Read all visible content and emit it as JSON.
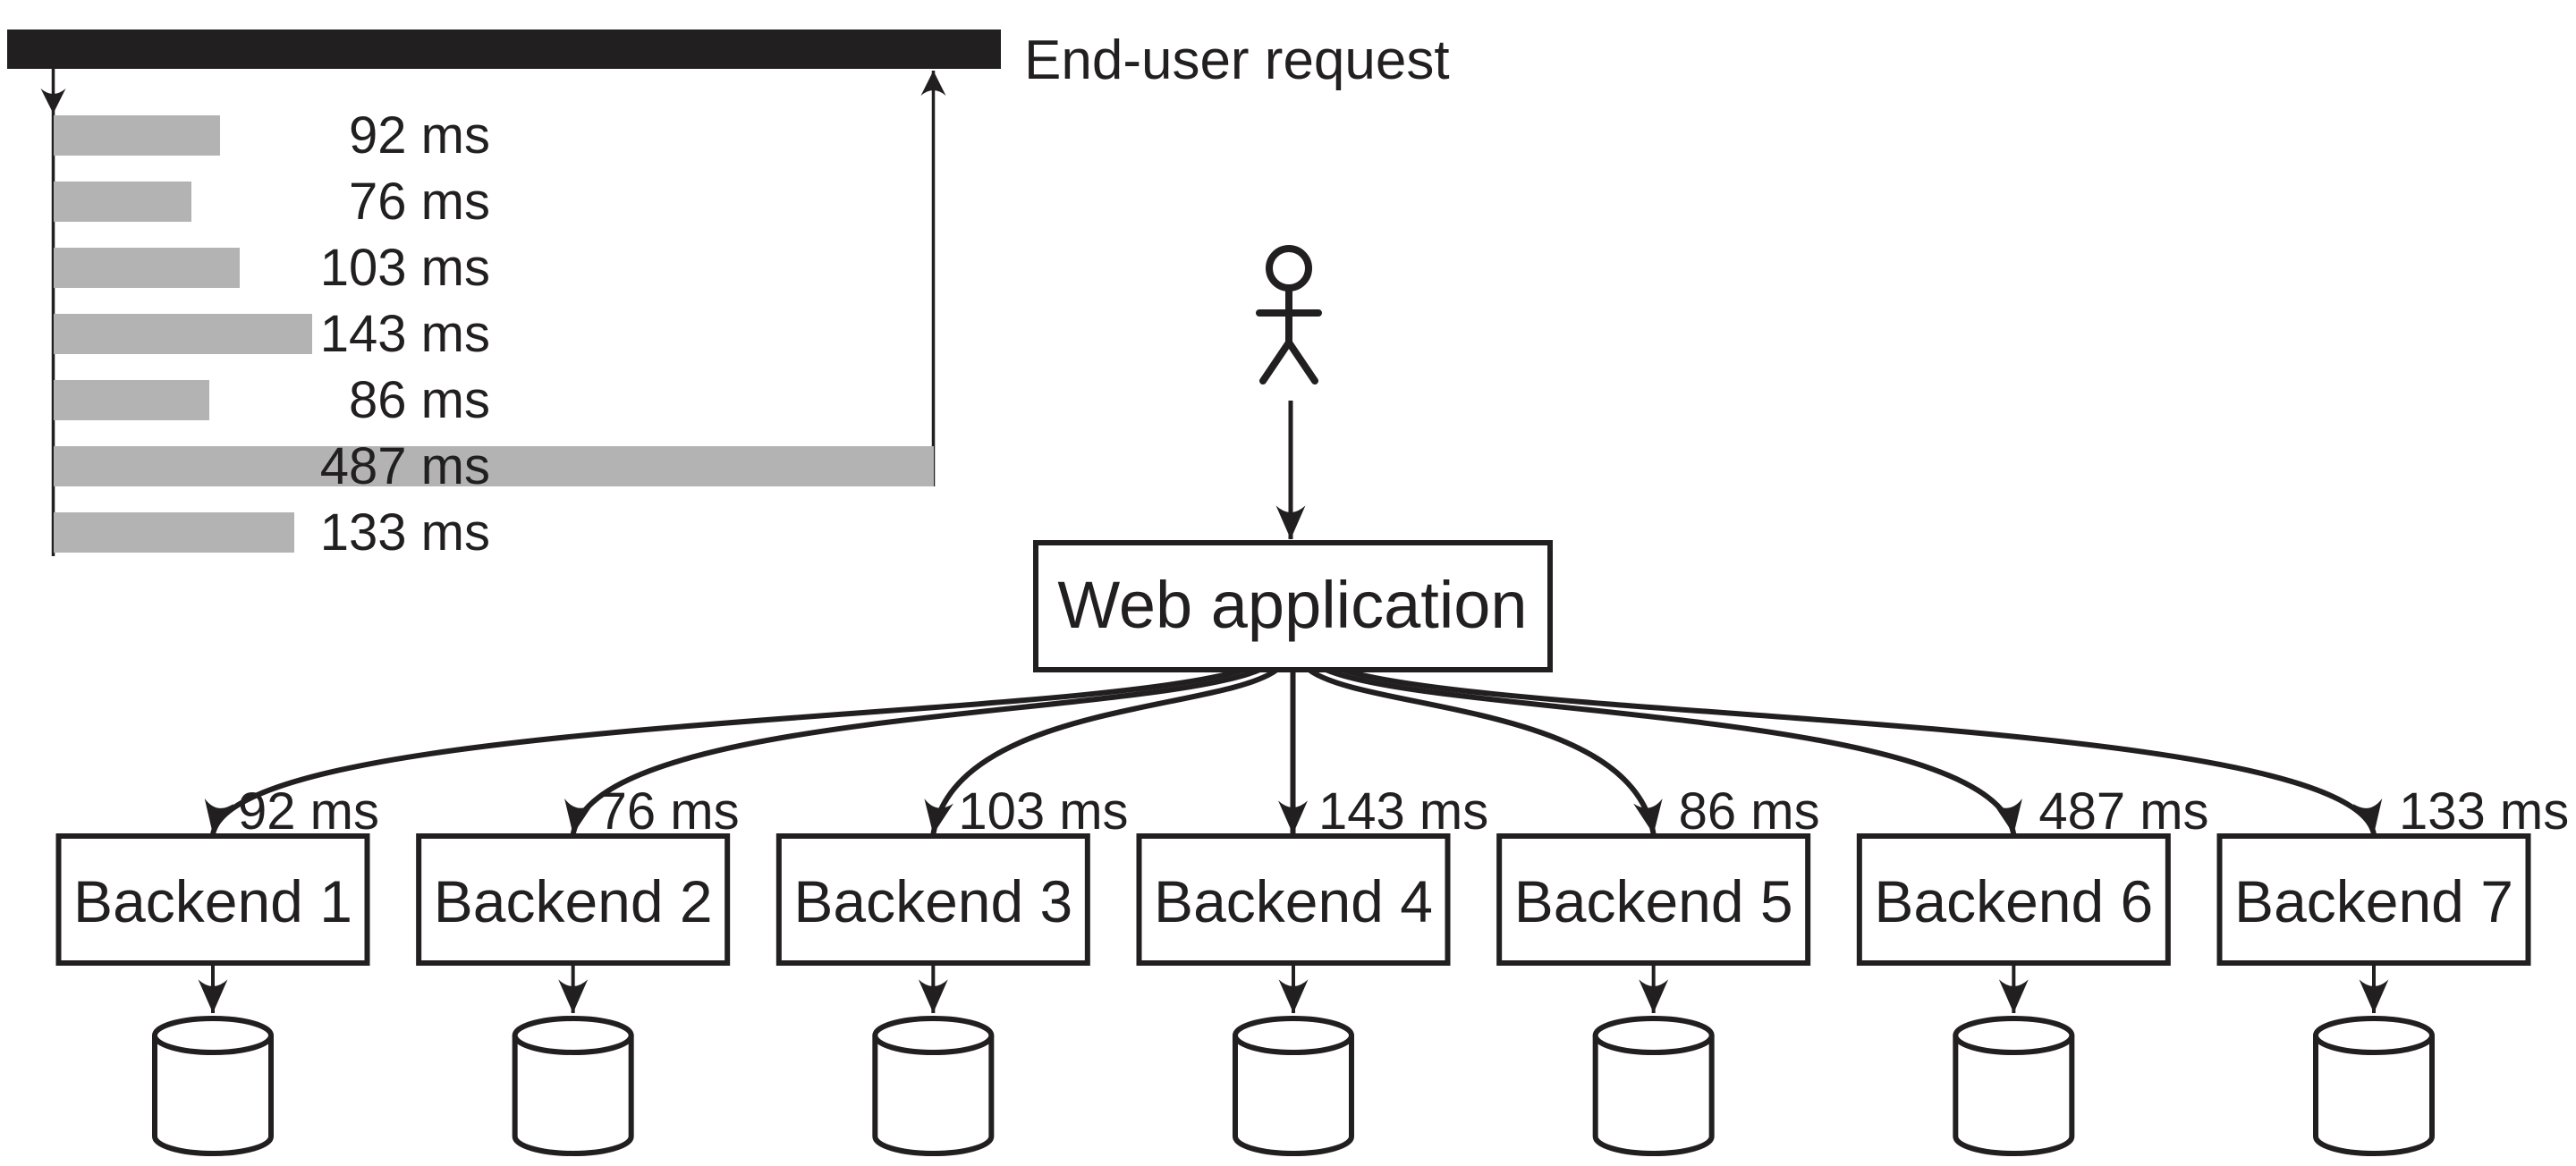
{
  "end_user_label": "End-user request",
  "web_app": {
    "label": "Web application"
  },
  "user_icon": "stick-figure-person",
  "backends": [
    {
      "label": "Backend 1",
      "latency": "92 ms"
    },
    {
      "label": "Backend 2",
      "latency": "76 ms"
    },
    {
      "label": "Backend 3",
      "latency": "103 ms"
    },
    {
      "label": "Backend 4",
      "latency": "143 ms"
    },
    {
      "label": "Backend 5",
      "latency": "86 ms"
    },
    {
      "label": "Backend 6",
      "latency": "487 ms"
    },
    {
      "label": "Backend 7",
      "latency": "133 ms"
    }
  ],
  "chart_data": {
    "type": "bar",
    "orientation": "horizontal",
    "title": "End-user request",
    "categories": [
      "Backend 1",
      "Backend 2",
      "Backend 3",
      "Backend 4",
      "Backend 5",
      "Backend 6",
      "Backend 7"
    ],
    "values_ms": [
      92,
      76,
      103,
      143,
      86,
      487,
      133
    ],
    "labels": [
      "92 ms",
      "76 ms",
      "103 ms",
      "143 ms",
      "86 ms",
      "487 ms",
      "133 ms"
    ],
    "unit": "ms",
    "xlim_ms": [
      0,
      487
    ],
    "bar_color": "#b3b3b3",
    "note_max_value_spans_to_response": 487
  },
  "colors": {
    "ink": "#221f20",
    "bar_gray": "#b3b3b3",
    "background": "#ffffff"
  }
}
